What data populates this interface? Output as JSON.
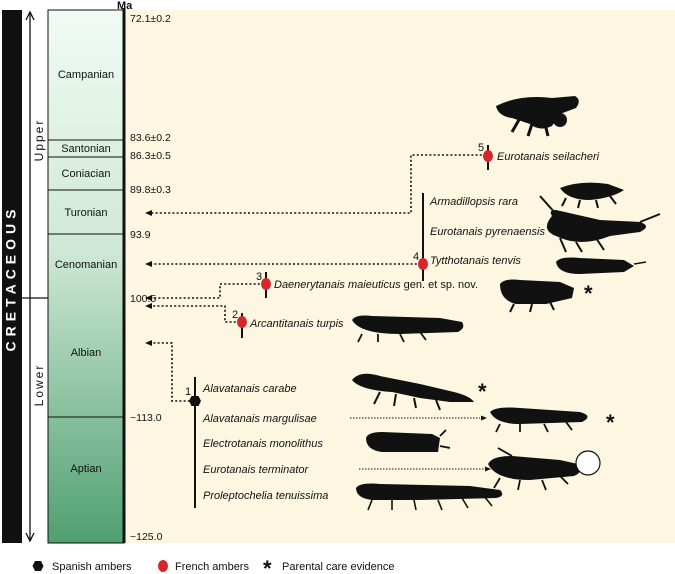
{
  "period": "CRETACEOUS",
  "epochs": {
    "upper": "Upper",
    "lower": "Lower"
  },
  "ma_label": "Ma",
  "ages": [
    {
      "key": "top",
      "label": "72.1±0.2"
    },
    {
      "key": "santonian_top",
      "label": "83.6±0.2"
    },
    {
      "key": "coniacian_top",
      "label": "86.3±0.5"
    },
    {
      "key": "turonian_top",
      "label": "89.8±0.3"
    },
    {
      "key": "cenomanian_top",
      "label": "93.9"
    },
    {
      "key": "albian_top",
      "label": "100.5"
    },
    {
      "key": "aptian_top",
      "label": "~113.0"
    },
    {
      "key": "base",
      "label": "~125.0"
    }
  ],
  "stages": [
    "Campanian",
    "Santonian",
    "Coniacian",
    "Turonian",
    "Cenomanian",
    "Albian",
    "Aptian"
  ],
  "localities": [
    {
      "num": "1",
      "amber": "Spanish",
      "taxa": [
        "Alavatanais carabe",
        "Alavatanais margulisae",
        "Electrotanais monolithus",
        "Eurotanais terminator",
        "Proleptochelia tenuissima"
      ]
    },
    {
      "num": "2",
      "amber": "French",
      "taxa": [
        "Arcantitanais turpis"
      ]
    },
    {
      "num": "3",
      "amber": "French",
      "taxa": [
        "Daenerytanais maieuticus"
      ],
      "suffix": " gen. et sp. nov."
    },
    {
      "num": "4",
      "amber": "French",
      "taxa": [
        "Armadillopsis rara",
        "Eurotanais pyrenaensis",
        "Tytthotanais tenvis"
      ]
    },
    {
      "num": "5",
      "amber": "French",
      "taxa": [
        "Eurotanais seilacheri"
      ]
    }
  ],
  "legend": {
    "spanish": "Spanish ambers",
    "french": "French ambers",
    "care": "Parental care evidence"
  },
  "care_mark": "*",
  "colors": {
    "spanish": "#111111",
    "french": "#d7262b",
    "background": "#fdf6e0",
    "column_top": "#f1fbf4",
    "column_bottom": "#4fa071"
  }
}
